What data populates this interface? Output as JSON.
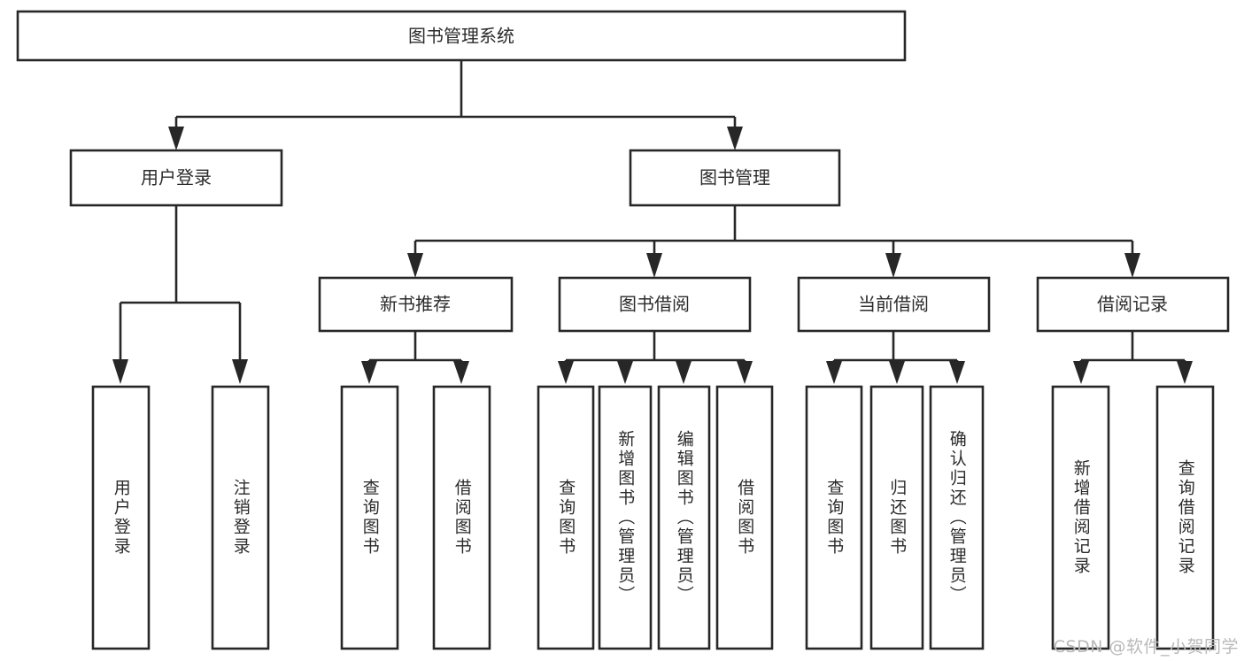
{
  "diagram": {
    "type": "hierarchy-tree",
    "title": "图书管理系统",
    "orientation": "top-down",
    "root": {
      "label": "图书管理系统",
      "children": [
        {
          "label": "用户登录",
          "children": [
            {
              "label": "用户登录"
            },
            {
              "label": "注销登录"
            }
          ]
        },
        {
          "label": "图书管理",
          "children": [
            {
              "label": "新书推荐",
              "children": [
                {
                  "label": "查询图书"
                },
                {
                  "label": "借阅图书"
                }
              ]
            },
            {
              "label": "图书借阅",
              "children": [
                {
                  "label": "查询图书"
                },
                {
                  "label": "新增图书（管理员）"
                },
                {
                  "label": "编辑图书（管理员）"
                },
                {
                  "label": "借阅图书"
                }
              ]
            },
            {
              "label": "当前借阅",
              "children": [
                {
                  "label": "查询图书"
                },
                {
                  "label": "归还图书"
                },
                {
                  "label": "确认归还（管理员）"
                }
              ]
            },
            {
              "label": "借阅记录",
              "children": [
                {
                  "label": "新增借阅记录"
                },
                {
                  "label": "查询借阅记录"
                }
              ]
            }
          ]
        }
      ]
    }
  },
  "nodes": {
    "root": {
      "label": "图书管理系统"
    },
    "level2": [
      {
        "label": "用户登录"
      },
      {
        "label": "图书管理"
      }
    ],
    "level3": [
      {
        "label": "新书推荐"
      },
      {
        "label": "图书借阅"
      },
      {
        "label": "当前借阅"
      },
      {
        "label": "借阅记录"
      }
    ],
    "leaves": [
      {
        "label": "用户登录"
      },
      {
        "label": "注销登录"
      },
      {
        "label": "查询图书"
      },
      {
        "label": "借阅图书"
      },
      {
        "label": "查询图书"
      },
      {
        "label": "新增图书（管理员）"
      },
      {
        "label": "编辑图书（管理员）"
      },
      {
        "label": "借阅图书"
      },
      {
        "label": "查询图书"
      },
      {
        "label": "归还图书"
      },
      {
        "label": "确认归还（管理员）"
      },
      {
        "label": "新增借阅记录"
      },
      {
        "label": "查询借阅记录"
      }
    ]
  },
  "watermark": {
    "text": "CSDN @软件_小贺同学"
  },
  "colors": {
    "stroke": "#272727",
    "box_fill": "#ffffff",
    "text": "#2b2b2b",
    "watermark": "#b9b9b9",
    "background": "#ffffff"
  }
}
